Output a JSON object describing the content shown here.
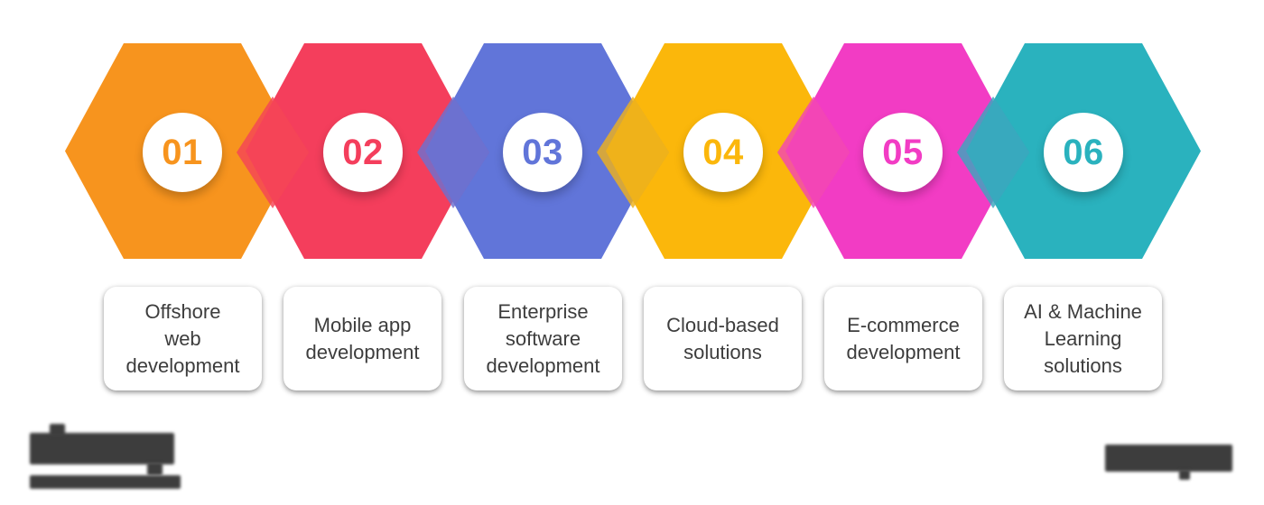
{
  "page": {
    "background": "#ffffff"
  },
  "steps": [
    {
      "number": "01",
      "color": "#F7941E",
      "lines": [
        "Offshore",
        "web",
        "development"
      ]
    },
    {
      "number": "02",
      "color": "#F43E5C",
      "lines": [
        "Mobile app",
        "development"
      ]
    },
    {
      "number": "03",
      "color": "#6175D9",
      "lines": [
        "Enterprise",
        "software",
        "development"
      ]
    },
    {
      "number": "04",
      "color": "#FBB70B",
      "lines": [
        "Cloud-based",
        "solutions"
      ]
    },
    {
      "number": "05",
      "color": "#F23CC4",
      "lines": [
        "E-commerce",
        "development"
      ]
    },
    {
      "number": "06",
      "color": "#2AB2BE",
      "lines": [
        "AI & Machine",
        "Learning",
        "solutions"
      ]
    }
  ],
  "footer": {
    "redaction_color": "#3d3d3d"
  }
}
